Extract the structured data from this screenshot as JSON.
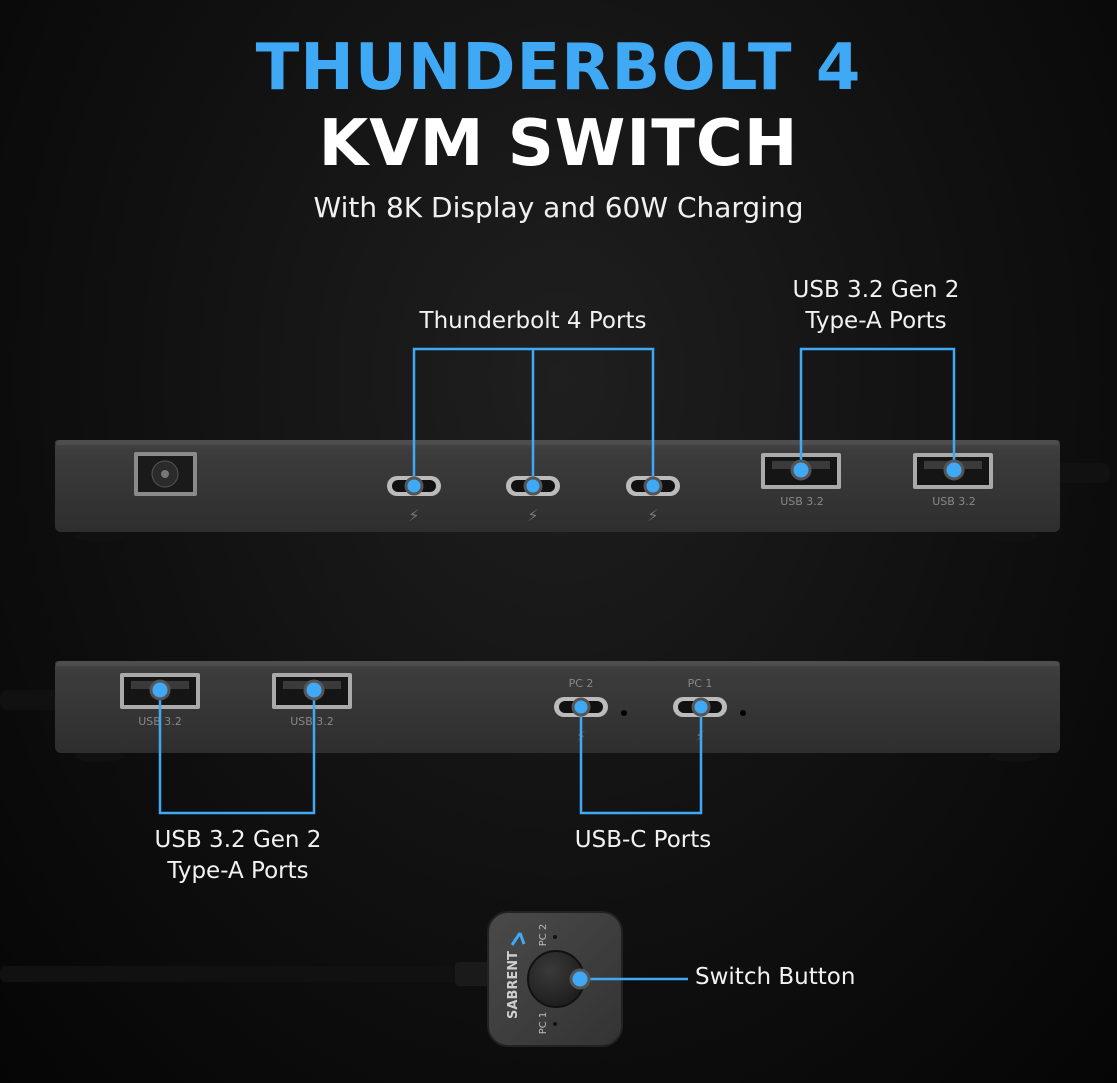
{
  "heading": {
    "line1": "THUNDERBOLT 4",
    "line2": "KVM SWITCH",
    "subtitle": "With 8K Display and 60W Charging"
  },
  "callouts": {
    "thunderbolt_ports": "Thunderbolt 4 Ports",
    "usb_a_top_line1": "USB 3.2 Gen 2",
    "usb_a_top_line2": "Type-A Ports",
    "usb_a_bottom_line1": "USB 3.2 Gen 2",
    "usb_a_bottom_line2": "Type-A Ports",
    "usb_c_ports": "USB-C Ports",
    "switch_button": "Switch Button"
  },
  "port_labels": {
    "usb32": "USB 3.2",
    "pc1": "PC 1",
    "pc2": "PC 2"
  },
  "switch_box": {
    "brand": "SABRENT",
    "pc1": "PC 1",
    "pc2": "PC 2"
  },
  "colors": {
    "accent": "#3fa9f5",
    "device_body": "#3a3a3a",
    "background": "#101010"
  }
}
